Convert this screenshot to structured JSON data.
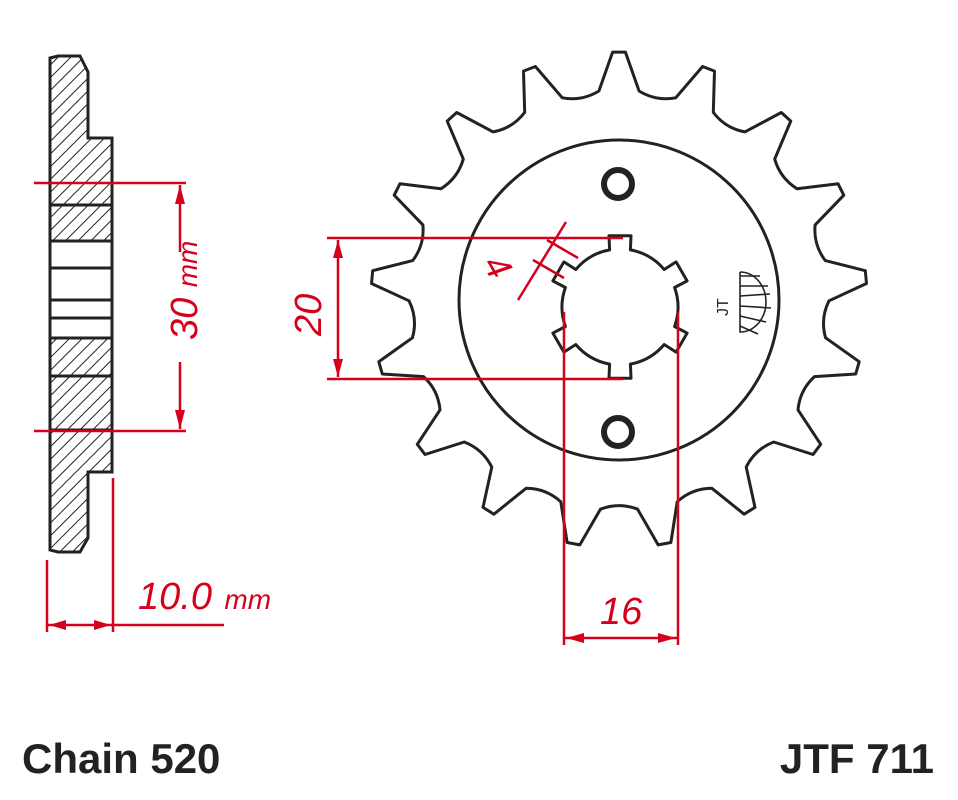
{
  "labels": {
    "chain": "Chain 520",
    "part_number": "JTF 711"
  },
  "dimensions": {
    "bore_height": "30",
    "bore_height_unit": "mm",
    "width": "10.0",
    "width_unit": "mm",
    "spline_major": "20",
    "spline_minor": "16",
    "spline_key": "4"
  },
  "sprocket": {
    "teeth": 17
  },
  "colors": {
    "outline": "#222222",
    "dimension": "#d6001c",
    "caption": "#222222"
  }
}
